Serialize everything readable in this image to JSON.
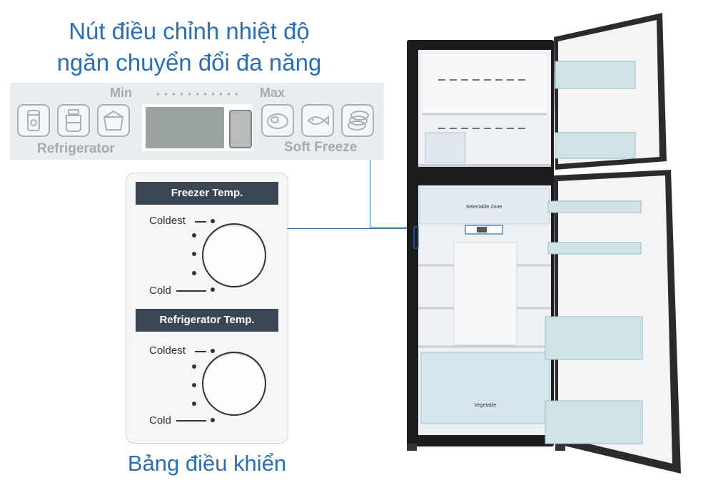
{
  "heading": {
    "line1": "Nút điều chỉnh nhiệt độ",
    "line2": "ngăn chuyển đổi đa năng"
  },
  "selector_strip": {
    "min_label": "Min",
    "max_label": "Max",
    "left_label": "Refrigerator",
    "right_label": "Soft Freeze"
  },
  "control_panel": {
    "freezer_title": "Freezer Temp.",
    "refrigerator_title": "Refrigerator Temp.",
    "coldest_label": "Coldest",
    "cold_label": "Cold"
  },
  "caption": "Bảng điều khiển",
  "fridge_labels": {
    "zone": "Selectable Zone",
    "crisper": "Vegetable"
  },
  "colors": {
    "accent": "#2a6fb5",
    "panel_bar": "#3a4654",
    "fridge_body": "#1c1c1f"
  }
}
